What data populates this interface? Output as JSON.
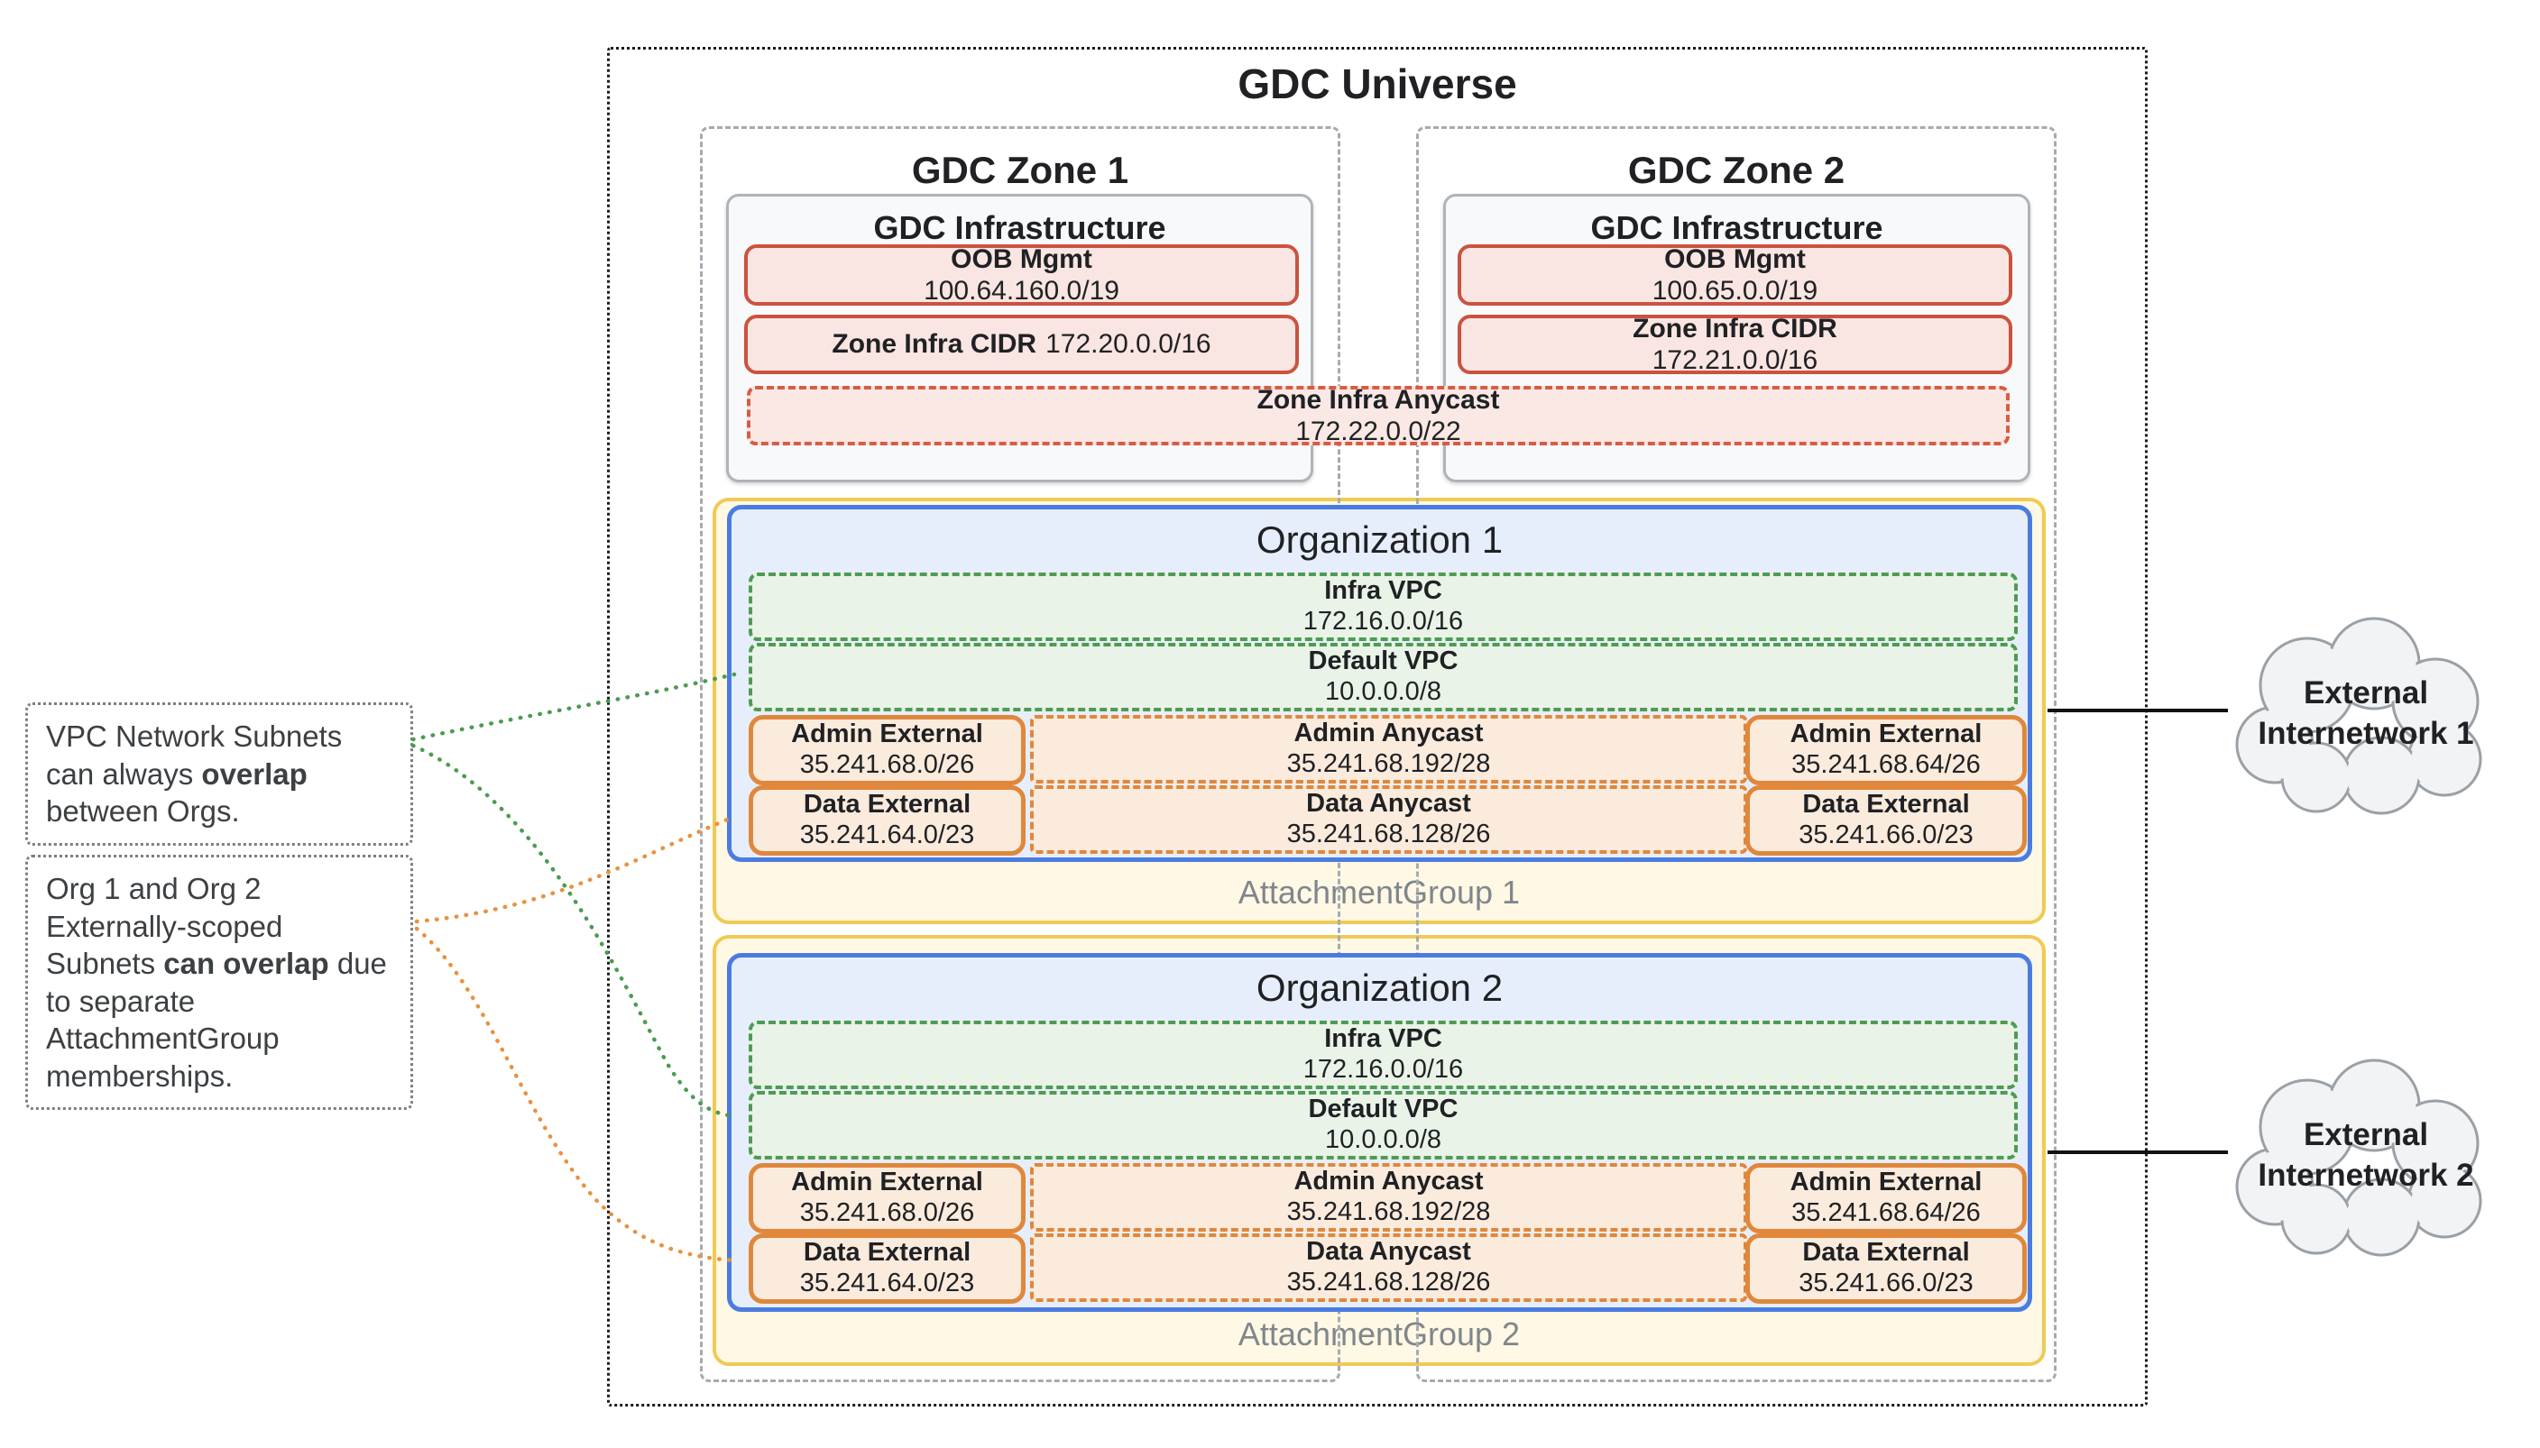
{
  "title": "GDC Universe",
  "zones": [
    {
      "title": "GDC Zone 1",
      "infra_title": "GDC Infrastructure",
      "oob": {
        "label": "OOB Mgmt",
        "cidr": "100.64.160.0/19"
      },
      "zone_infra_cidr": {
        "label": "Zone Infra CIDR",
        "cidr": "172.20.0.0/16"
      }
    },
    {
      "title": "GDC Zone 2",
      "infra_title": "GDC Infrastructure",
      "oob": {
        "label": "OOB Mgmt",
        "cidr": "100.65.0.0/19"
      },
      "zone_infra_cidr": {
        "label": "Zone Infra CIDR",
        "cidr": "172.21.0.0/16"
      }
    }
  ],
  "zone_anycast": {
    "label": "Zone Infra Anycast",
    "cidr": "172.22.0.0/22"
  },
  "organizations": [
    {
      "title": "Organization 1",
      "attachment_group": "AttachmentGroup 1",
      "infra_vpc": {
        "label": "Infra VPC",
        "cidr": "172.16.0.0/16"
      },
      "default_vpc": {
        "label": "Default VPC",
        "cidr": "10.0.0.0/8"
      },
      "subnets": [
        {
          "label": "Admin External",
          "cidr": "35.241.68.0/26"
        },
        {
          "label": "Admin Anycast",
          "cidr": "35.241.68.192/28"
        },
        {
          "label": "Admin External",
          "cidr": "35.241.68.64/26"
        },
        {
          "label": "Data External",
          "cidr": "35.241.64.0/23"
        },
        {
          "label": "Data Anycast",
          "cidr": "35.241.68.128/26"
        },
        {
          "label": "Data External",
          "cidr": "35.241.66.0/23"
        }
      ]
    },
    {
      "title": "Organization 2",
      "attachment_group": "AttachmentGroup 2",
      "infra_vpc": {
        "label": "Infra VPC",
        "cidr": "172.16.0.0/16"
      },
      "default_vpc": {
        "label": "Default VPC",
        "cidr": "10.0.0.0/8"
      },
      "subnets": [
        {
          "label": "Admin External",
          "cidr": "35.241.68.0/26"
        },
        {
          "label": "Admin Anycast",
          "cidr": "35.241.68.192/28"
        },
        {
          "label": "Admin External",
          "cidr": "35.241.68.64/26"
        },
        {
          "label": "Data External",
          "cidr": "35.241.64.0/23"
        },
        {
          "label": "Data Anycast",
          "cidr": "35.241.68.128/26"
        },
        {
          "label": "Data External",
          "cidr": "35.241.66.0/23"
        }
      ]
    }
  ],
  "annotations": [
    {
      "before": "VPC Network Subnets can always ",
      "bold": "overlap",
      "after": " between Orgs."
    },
    {
      "before": "Org 1 and Org 2 Externally-scoped Subnets ",
      "bold": "can overlap",
      "after": " due to separate AttachmentGroup memberships."
    }
  ],
  "clouds": [
    {
      "line1": "External",
      "line2": "Internetwork 1"
    },
    {
      "line1": "External",
      "line2": "Internetwork 2"
    }
  ],
  "colors": {
    "red_border": "#cc5240",
    "red_fill": "#f9e5e1",
    "orange_border": "#e0873c",
    "orange_fill": "#faebdc",
    "green_border": "#4e9b53",
    "green_fill": "#e9f3e7",
    "blue_border": "#4a7ce0",
    "blue_fill": "#e7eefb",
    "yellow_border": "#f0ca53",
    "yellow_fill": "#fef8e4",
    "gray_zone_dash": "#a4abb1",
    "attachment_label": "#80868b",
    "connector_green": "#4c9b52",
    "connector_orange": "#e8923f"
  }
}
